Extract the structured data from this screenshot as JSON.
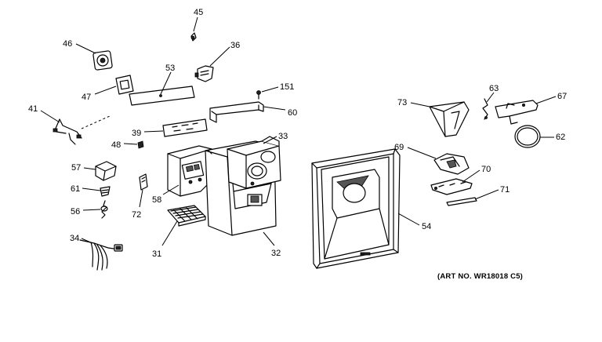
{
  "callouts": {
    "c45": "45",
    "c46": "46",
    "c36": "36",
    "c53": "53",
    "c47": "47",
    "c151": "151",
    "c41": "41",
    "c60": "60",
    "c39": "39",
    "c33": "33",
    "c48": "48",
    "c57": "57",
    "c61": "61",
    "c58": "58",
    "c72": "72",
    "c56": "56",
    "c34": "34",
    "c31": "31",
    "c32": "32",
    "c73": "73",
    "c63": "63",
    "c67": "67",
    "c62": "62",
    "c69": "69",
    "c70": "70",
    "c71": "71",
    "c54": "54"
  },
  "art_number": "(ART NO. WR18018 C5)"
}
